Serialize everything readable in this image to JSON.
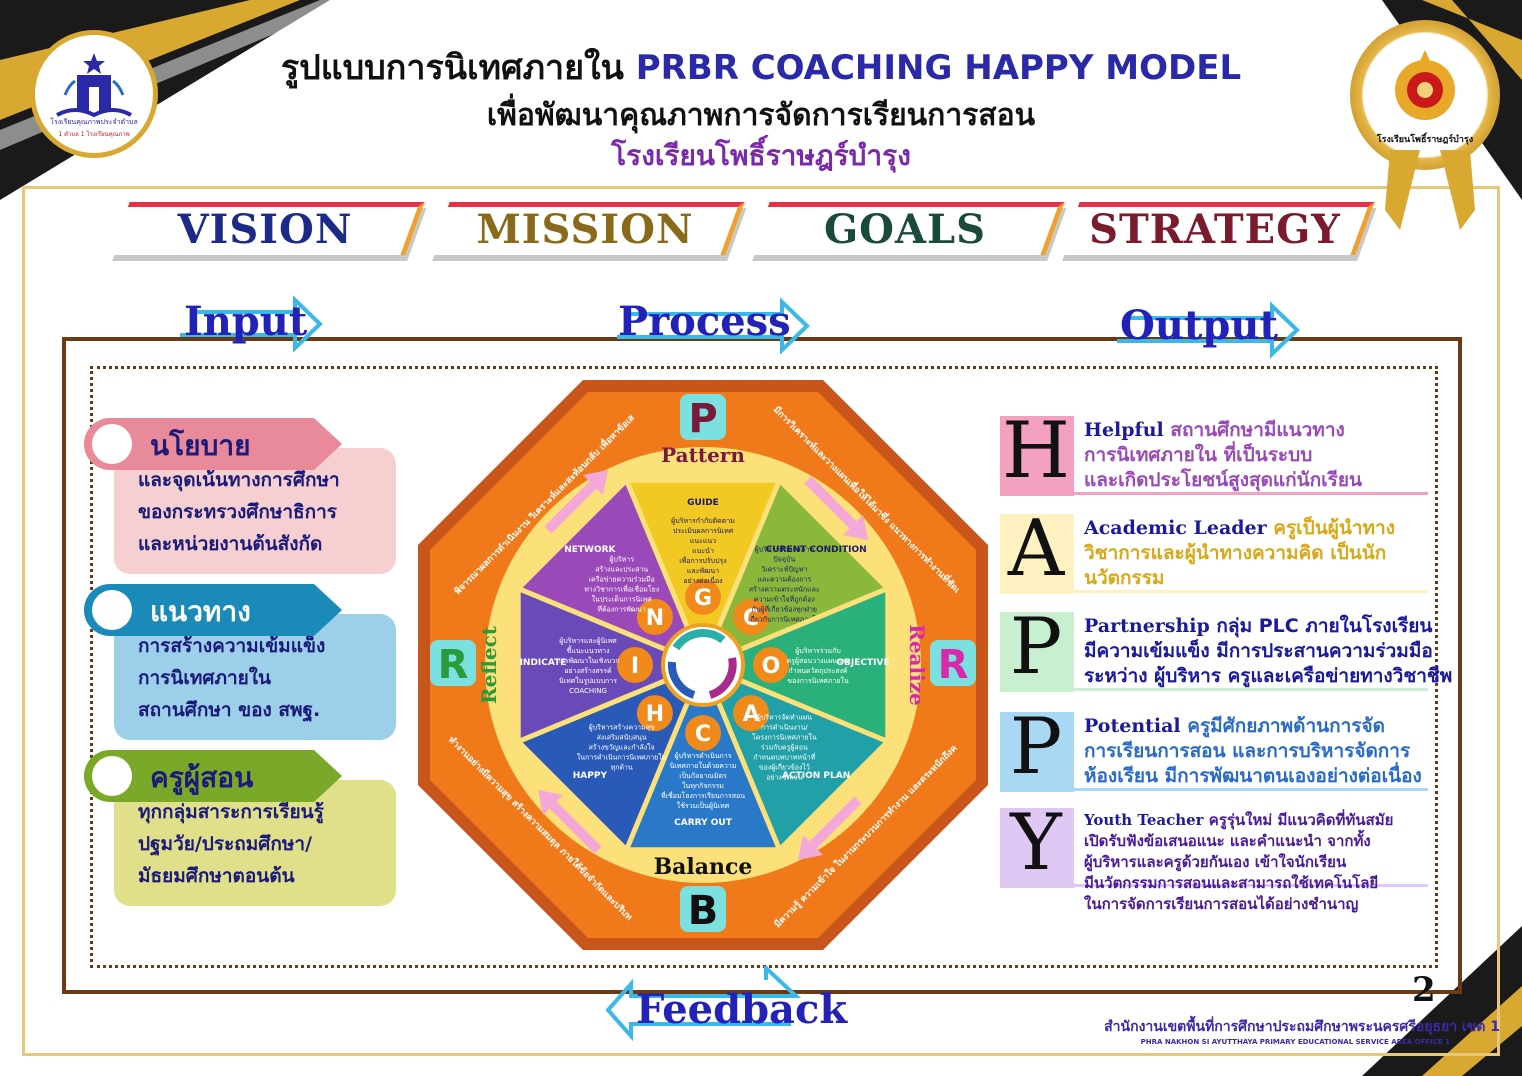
{
  "title": {
    "line1_th": "รูปแบบการนิเทศภายใน",
    "line1_en": "PRBR COACHING HAPPY MODEL",
    "line2": "เพื่อพัฒนาคุณภาพการจัดการเรียนการสอน",
    "line3": "โรงเรียนโพธิ์ราษฎร์บำรุง"
  },
  "logo_left": {
    "line1": "โรงเรียนคุณภาพประจำตำบล",
    "line2": "1 ตำบล 1 โรงเรียนคุณภาพ"
  },
  "logo_right": {
    "text": "โรงเรียนโพธิ์ราษฎร์บำรุง"
  },
  "pillars": [
    {
      "label": "VISION",
      "color": "#1c2a8a"
    },
    {
      "label": "MISSION",
      "color": "#8a6a1a"
    },
    {
      "label": "GOALS",
      "color": "#1a4a3a"
    },
    {
      "label": "STRATEGY",
      "color": "#7a1a2a"
    }
  ],
  "flow": {
    "input": "Input",
    "process": "Process",
    "output": "Output",
    "feedback": "Feedback"
  },
  "inputs": [
    {
      "head": "นโยบาย",
      "lines": [
        "และจุดเน้นทางการศึกษา",
        "ของกระทรวงศึกษาธิการ",
        "และหน่วยงานต้นสังกัด"
      ],
      "head_color": "#e88a9a",
      "body_color": "#f6cfd0"
    },
    {
      "head": "แนวทาง",
      "lines": [
        "การสร้างความเข้มแข็ง",
        "การนิเทศภายใน",
        "สถานศึกษา ของ สพฐ."
      ],
      "head_color": "#1a8ab8",
      "body_color": "#9ccfe8"
    },
    {
      "head": "ครูผู้สอน",
      "lines": [
        "ทุกกลุ่มสาระการเรียนรู้",
        "ปฐมวัย/ประถมศึกษา/",
        "มัธยมศึกษาตอนต้น"
      ],
      "head_color": "#7aa828",
      "body_color": "#e0e08a"
    }
  ],
  "octagon": {
    "P": {
      "letter": "P",
      "word": "Pattern"
    },
    "B": {
      "letter": "B",
      "word": "Balance"
    },
    "R_left": {
      "letter": "R",
      "word": "Reflect"
    },
    "R_right": {
      "letter": "R",
      "word": "Realize"
    },
    "outer_texts": {
      "top_left": "พิจารณาผลการดำเนินงาน วิเคราะห์และสะท้อนกลับ เพื่อหาข้อเสนอแนะในการพัฒนา",
      "top_right": "มีการวิเคราะห์และวางแผนเพื่อให้ได้มาซึ่ง แนวทางการทำงานที่ชัดเจนและมีประสิทธิภาพ",
      "bottom_left": "ทำงานอย่างมีความสุข สร้างความสมดุล ภายใต้ข้อจำกัดและบริบทของสถานศึกษา",
      "bottom_right": "มีความรู้ ความเข้าใจ ในงานกระบวนการทำงาน และตระหนักถึงความสำคัญของงาน"
    },
    "segments": [
      {
        "label": "GUIDE",
        "text": "ผู้บริหารกำกับติดตาม ประเมินผลการนิเทศ แนะแนว แนะนำ เพื่อการปรับปรุง และพัฒนา อย่างต่อเนื่อง",
        "color": "#f2c822",
        "letter": "G"
      },
      {
        "label": "CURENT CONDITION",
        "text": "ผู้บริหารศึกษาสภาพ ปัจจุบัน วิเคราะห์ปัญหา และความต้องการ สร้างความตระหนักและ ความเข้าใจที่ถูกต้อง กับผู้ที่เกี่ยวข้องทุกฝ่าย เกี่ยวกับการนิเทศภายใน",
        "color": "#8ab83a",
        "letter": "C"
      },
      {
        "label": "OBJECTIVE",
        "text": "ผู้บริหารร่วมกับ ครูผู้สอนวางแผนและ กำหนดวัตถุประสงค์ ของการนิเทศภายใน",
        "color": "#2ab07a",
        "letter": "O"
      },
      {
        "label": "ACTION PLAN",
        "text": "ผู้บริหารจัดทำแผน การดำเนินงาน/ โครงการนิเทศภายใน ร่วมกับครูผู้สอน กำหนดบทบาทหน้าที่ ของผู้เกี่ยวข้องไว้ อย่างชัดเจน",
        "color": "#22a0a8",
        "letter": "A"
      },
      {
        "label": "CARRY OUT",
        "text": "ผู้บริหารดำเนินการ นิเทศภายในด้วยความ เป็นกัลยาณมิตร ในทุกกิจกรรม ที่เชื่อมโยงการเรียนการสอน ใช้รวมเป็นผู้นิเทศ",
        "color": "#2a78c8",
        "letter": "C"
      },
      {
        "label": "HAPPY",
        "text": "ผู้บริหารสร้างความสุข ส่งเสริมสนับสนุน สร้างขวัญและกำลังใจ ในการดำเนินการนิเทศภายใน ทุกด้าน",
        "color": "#2a5ab8",
        "letter": "H"
      },
      {
        "label": "INDICATE",
        "text": "ผู้บริหารและผู้นิเทศ ชี้แนะแนวทาง การพัฒนาในเชิงบวก อย่างสร้างสรรค์ นิเทศในรูปแบบการ COACHING",
        "color": "#6a4ab8",
        "letter": "I"
      },
      {
        "label": "NETWORK",
        "text": "ผู้บริหาร สร้างและประสาน เครือข่ายความร่วมมือ ทางวิชาการเพื่อเชื่อมโยง ในประเด็นการนิเทศ ที่ต้องการพัฒนา",
        "color": "#9a4ab8",
        "letter": "N"
      }
    ]
  },
  "happy": [
    {
      "letter": "H",
      "word": "Helpful",
      "rest1": "สถานศึกษามีแนวทาง",
      "line2": "การนิเทศภายใน ที่เป็นระบบ",
      "line3": "และเกิดประโยชน์สูงสุดแก่นักเรียน",
      "bg": "#f4a0c0",
      "word_color": "#1a1a9a",
      "text_color": "#9a4ab8"
    },
    {
      "letter": "A",
      "word": "Academic Leader",
      "rest1": "ครูเป็นผู้นำทาง",
      "line2": "วิชาการและผู้นำทางความคิด เป็นนัก",
      "line3": "นวัตกรรม",
      "bg": "#fff2c0",
      "word_color": "#1a1a9a",
      "text_color": "#d8a818"
    },
    {
      "letter": "P",
      "word": "Partnership",
      "rest1": "กลุ่ม PLC ภายในโรงเรียน",
      "line2": "มีความเข้มแข็ง มีการประสานความร่วมมือ",
      "line3": "ระหว่าง ผู้บริหาร ครูและเครือข่ายทางวิชาชีพ",
      "bg": "#c8f0d0",
      "word_color": "#1a1a9a",
      "text_color": "#1a1a9a"
    },
    {
      "letter": "P",
      "word": "Potential",
      "rest1": "ครูมีศักยภาพด้านการจัด",
      "line2": "การเรียนการสอน และการบริหารจัดการ",
      "line3": "ห้องเรียน มีการพัฒนาตนเองอย่างต่อเนื่อง",
      "bg": "#a8d8f4",
      "word_color": "#1a1a9a",
      "text_color": "#2a6ac8"
    },
    {
      "letter": "Y",
      "word": "Youth Teacher",
      "rest1": "ครูรุ่นใหม่ มีแนวคิดที่ทันสมัย",
      "line2": "เปิดรับฟังข้อเสนอแนะ และคำแนะนำ จากทั้ง",
      "line3": "ผู้บริหารและครูด้วยกันเอง เข้าใจนักเรียน",
      "line4": "มีนวัตกรรมการสอนและสามารถใช้เทคโนโลยี",
      "line5": "ในการจัดการเรียนการสอนได้อย่างชำนาญ",
      "bg": "#e0c8f4",
      "word_color": "#1a1a9a",
      "text_color": "#4a1a9a"
    }
  ],
  "page_number": "2",
  "footer": {
    "th": "สำนักงานเขตพื้นที่การศึกษาประถมศึกษาพระนครศรีอยุธยา เขต 1",
    "en": "PHRA NAKHON SI AYUTTHAYA PRIMARY EDUCATIONAL SERVICE AREA OFFICE 1"
  }
}
